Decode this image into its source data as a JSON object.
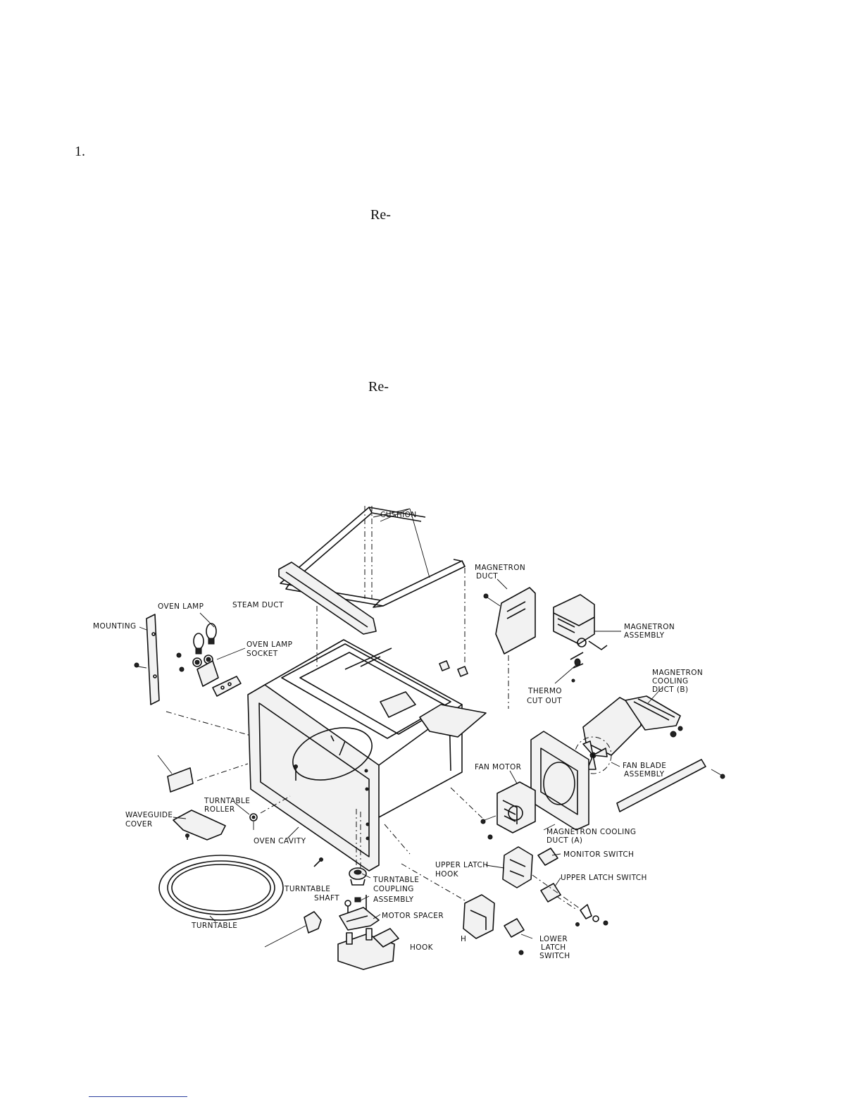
{
  "page": {
    "item_number": "1.",
    "re_marker_1": "Re-",
    "re_marker_2": "Re-"
  },
  "diagram": {
    "labels": {
      "cushion": "CUSHION",
      "magnetron_duct_1": "MAGNETRON",
      "magnetron_duct_2": "DUCT",
      "oven_lamp": "OVEN LAMP",
      "steam_duct": "STEAM DUCT",
      "mounting": "MOUNTING",
      "oven_lamp_socket_1": "OVEN LAMP",
      "oven_lamp_socket_2": "SOCKET",
      "magnetron_assembly_1": "MAGNETRON",
      "magnetron_assembly_2": "ASSEMBLY",
      "magnetron_cooling_b_1": "MAGNETRON",
      "magnetron_cooling_b_2": "COOLING",
      "magnetron_cooling_b_3": "DUCT (B)",
      "thermo_cut_out_1": "THERMO",
      "thermo_cut_out_2": "CUT OUT",
      "fan_motor": "FAN MOTOR",
      "fan_blade_1": "FAN BLADE",
      "fan_blade_2": "ASSEMBLY",
      "turntable_roller_1": "TURNTABLE",
      "turntable_roller_2": "ROLLER",
      "waveguide_cover_1": "WAVEGUIDE",
      "waveguide_cover_2": "COVER",
      "oven_cavity": "OVEN CAVITY",
      "magnetron_cooling_a_1": "MAGNETRON COOLING",
      "magnetron_cooling_a_2": "DUCT (A)",
      "monitor_switch": "MONITOR SWITCH",
      "upper_latch_hook_1": "UPPER LATCH",
      "upper_latch_hook_2": "HOOK",
      "upper_latch_switch": "UPPER LATCH SWITCH",
      "turntable_coupling_1": "TURNTABLE",
      "turntable_coupling_2": "COUPLING",
      "turntable_coupling_3": "ASSEMBLY",
      "turntable_shaft_1": "TURNTABLE",
      "turntable_shaft_2": "SHAFT",
      "motor_spacer": "MOTOR SPACER",
      "turntable": "TURNTABLE",
      "hook": "HOOK",
      "h_marker": "H",
      "lower_latch_switch_1": "LOWER",
      "lower_latch_switch_2": "LATCH",
      "lower_latch_switch_3": "SWITCH"
    }
  }
}
